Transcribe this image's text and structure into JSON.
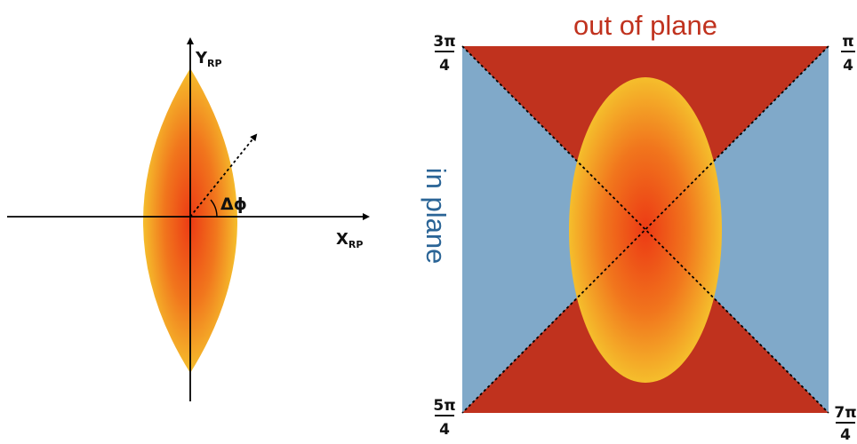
{
  "axes": {
    "y_label": "Y",
    "y_sub": "RP",
    "x_label": "X",
    "x_sub": "RP",
    "angle_label": "Δϕ"
  },
  "square": {
    "top_title": "out of plane",
    "side_title": "in plane",
    "corners": {
      "top_left": {
        "num": "3π",
        "den": "4"
      },
      "top_right": {
        "num": "π",
        "den": "4"
      },
      "bottom_left": {
        "num": "5π",
        "den": "4"
      },
      "bottom_right": {
        "num": "7π",
        "den": "4"
      }
    }
  },
  "colors": {
    "out_of_plane": "#c0321e",
    "in_plane": "#80a9c9",
    "in_plane_text": "#2a6496",
    "out_of_plane_text": "#c0321e",
    "ellipse_center": "#ec3a14",
    "ellipse_edge": "#f5be2c"
  }
}
